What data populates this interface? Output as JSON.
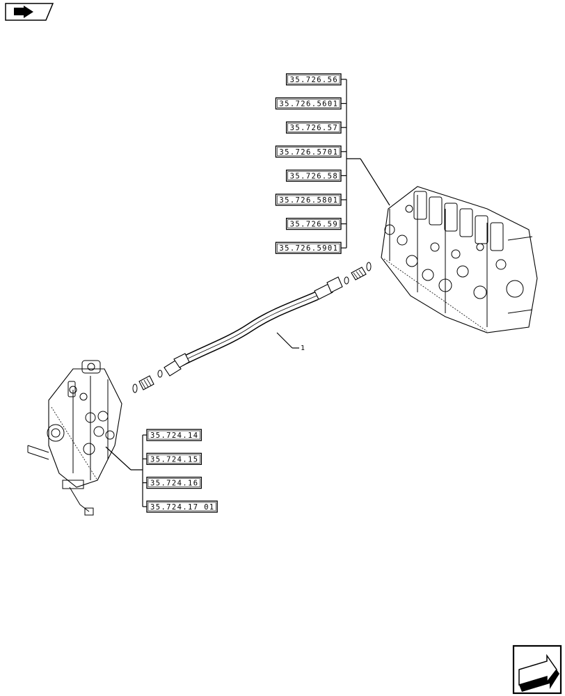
{
  "references_upper": [
    "35.726.56",
    "35.726.5601",
    "35.726.57",
    "35.726.5701",
    "35.726.58",
    "35.726.5801",
    "35.726.59",
    "35.726.5901"
  ],
  "references_lower": [
    "35.724.14",
    "35.724.15",
    "35.724.16",
    "35.724.17 01"
  ],
  "callout_hose": "1",
  "icons": {
    "top_left": "arrow-right-flag-icon",
    "bottom_right": "next-page-arrow-icon"
  }
}
